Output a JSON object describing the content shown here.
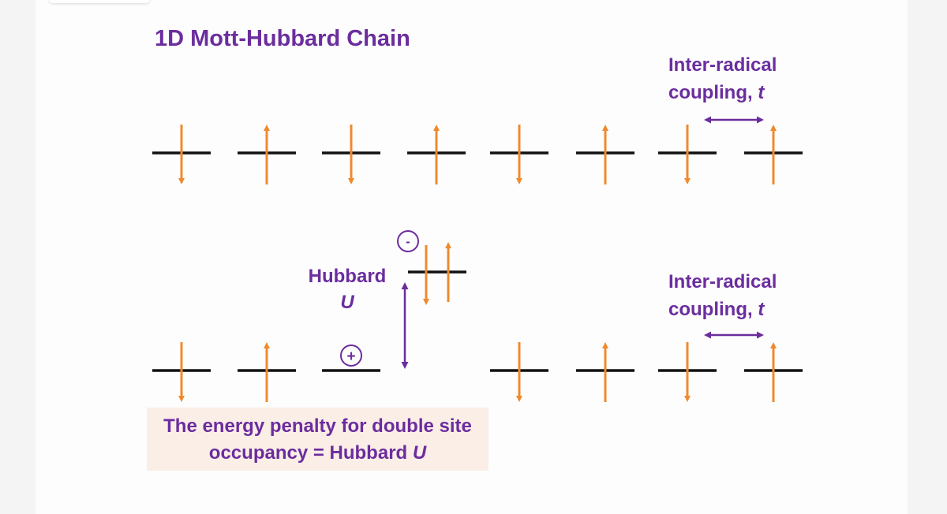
{
  "title": "1D Mott-Hubbard Chain",
  "coupling_label": {
    "line1": "Inter-radical",
    "line2": "coupling, ",
    "symbol": "t"
  },
  "hubbard_label": {
    "line1": "Hubbard",
    "symbol": "U"
  },
  "charges": {
    "minus": "-",
    "plus": "+"
  },
  "note": {
    "text": "The energy penalty for double site occupancy = Hubbard ",
    "symbol": "U"
  },
  "colors": {
    "purple": "#6b2d9e",
    "orange": "#ef8a2e",
    "level": "#111111",
    "box": "#fbeee6"
  },
  "chain_top": [
    "down",
    "up",
    "down",
    "up",
    "down",
    "up",
    "down",
    "up"
  ],
  "chain_bottom": [
    "down",
    "up",
    "empty",
    "double",
    "down",
    "up",
    "down",
    "up"
  ]
}
